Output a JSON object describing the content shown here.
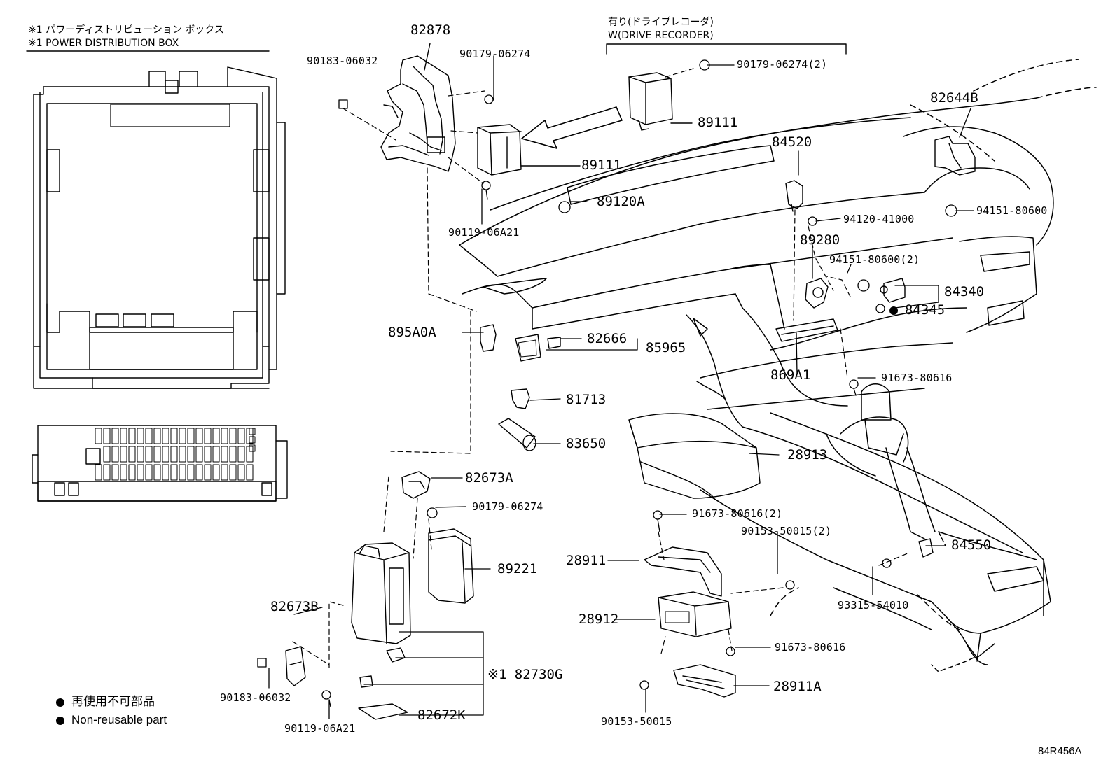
{
  "header": {
    "note_jp": "※1 パワーディストリビューション ボックス",
    "note_en": "※1 POWER DISTRIBUTION BOX",
    "drive_recorder_jp": "有り(ドライブレコーダ)",
    "drive_recorder_en": "W(DRIVE RECORDER)"
  },
  "parts": {
    "p82878": "82878",
    "p90183_top": "90183-06032",
    "p90179_a": "90179-06274",
    "p90179_dr": "90179-06274(2)",
    "p89111_a": "89111",
    "p89111_b": "89111",
    "p82644B": "82644B",
    "p84520": "84520",
    "p89120A": "89120A",
    "p90119_top": "90119-06A21",
    "p94120": "94120-41000",
    "p94151_a": "94151-80600",
    "p89280": "89280",
    "p94151_b": "94151-80600(2)",
    "p84340": "84340",
    "p84345": "84345",
    "p895A0A": "895A0A",
    "p82666": "82666",
    "p85965": "85965",
    "p869A1": "869A1",
    "p91673_a": "91673-80616",
    "p81713": "81713",
    "p83650": "83650",
    "p28913": "28913",
    "p82673A": "82673A",
    "p90179_b": "90179-06274",
    "p91673_b": "91673-80616(2)",
    "p90153_a": "90153-50015(2)",
    "p89221": "89221",
    "p28911": "28911",
    "p84550": "84550",
    "p82673B": "82673B",
    "p28912": "28912",
    "p93315": "93315-54010",
    "p91673_c": "91673-80616",
    "p82730G": "※1 82730G",
    "p28911A": "28911A",
    "p90183_bot": "90183-06032",
    "p82672K": "82672K",
    "p90153_b": "90153-50015",
    "p90119_bot": "90119-06A21"
  },
  "legend": {
    "jp": "再使用不可部品",
    "en": "Non-reusable part"
  },
  "figure_id": "84R456A"
}
